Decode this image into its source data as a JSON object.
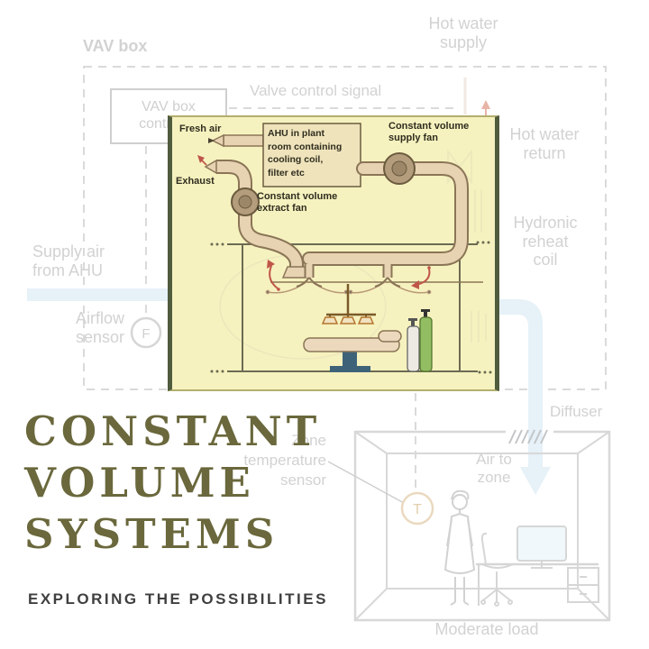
{
  "background": {
    "labels": {
      "vav_box": "VAV box",
      "hot_water_supply": "Hot water\nsupply",
      "valve_control_signal": "Valve control signal",
      "vav_box_controller": "VAV box\ncontroller",
      "hot_water_return": "Hot water\nreturn",
      "hydronic_reheat_coil": "Hydronic\nreheat\ncoil",
      "supply_air_from_ahu": "Supply air\nfrom AHU",
      "airflow_sensor": "Airflow\nsensor",
      "airflow_sensor_symbol": "F",
      "zone_temperature_sensor": "Zone\ntemperature\nsensor",
      "zone_sensor_symbol": "T",
      "diffuser": "Diffuser",
      "air_to_zone": "Air to\nzone",
      "moderate_load": "Moderate load"
    }
  },
  "diagram": {
    "labels": {
      "fresh_air": "Fresh air",
      "exhaust": "Exhaust",
      "ahu_description": "AHU in plant\nroom containing\ncooling coil,\nfilter etc",
      "constant_volume_supply_fan": "Constant volume\nsupply fan",
      "constant_volume_extract_fan": "Constant volume\nextract fan"
    }
  },
  "title_block": {
    "title_line1": "CONSTANT",
    "title_line2": "VOLUME",
    "title_line3": "SYSTEMS",
    "subtitle": "EXPLORING THE POSSIBILITIES"
  },
  "colors": {
    "title": "#6a683c",
    "subtitle": "#3f3f3f",
    "faded_label": "#d2d2d2",
    "panel_bg": "#f6f2bf",
    "panel_edge": "#4f5c3e",
    "pipe_fill": "#e7d3b2",
    "pipe_outline": "#8a7557",
    "accent_red": "#c0564a",
    "duct_blue": "#e6f1f8",
    "table_base_blue": "#3e6379",
    "cylinder_green": "#93bd62",
    "cylinder_gray": "#eceae2"
  }
}
